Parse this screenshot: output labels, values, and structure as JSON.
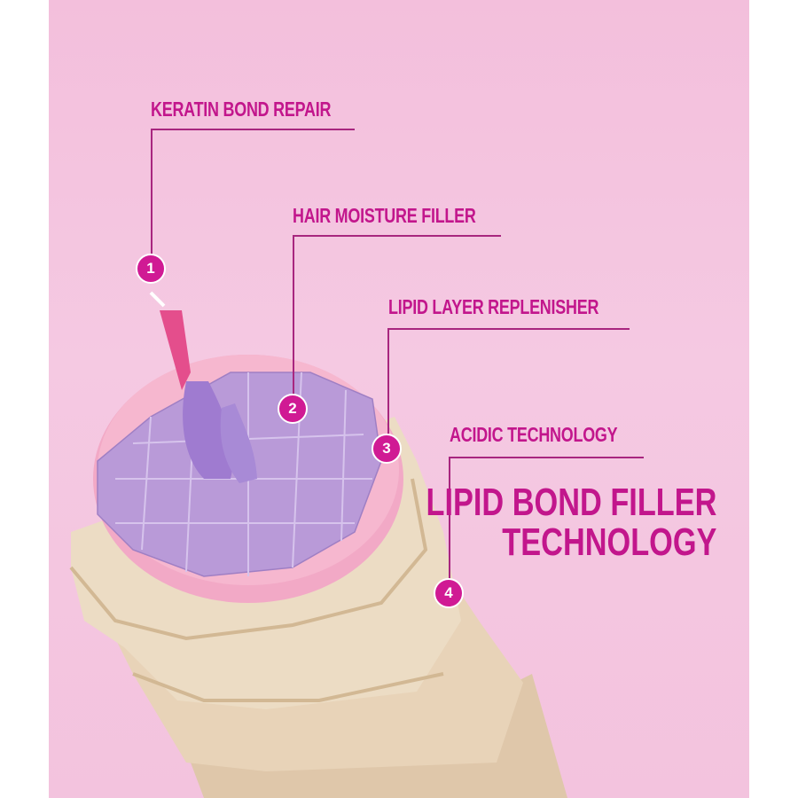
{
  "callouts": [
    {
      "number": "1",
      "label": "KERATIN BOND REPAIR"
    },
    {
      "number": "2",
      "label": "HAIR MOISTURE FILLER"
    },
    {
      "number": "3",
      "label": "LIPID LAYER REPLENISHER"
    },
    {
      "number": "4",
      "label": "ACIDIC TECHNOLOGY"
    }
  ],
  "title": {
    "line1": "LIPID BOND FILLER",
    "line2": "TECHNOLOGY"
  },
  "colors": {
    "accent": "#c2168c",
    "badge": "#d01a94",
    "background": "#f5c9e2",
    "cells": "#b99ad8",
    "cuticle": "#ead8c0"
  }
}
